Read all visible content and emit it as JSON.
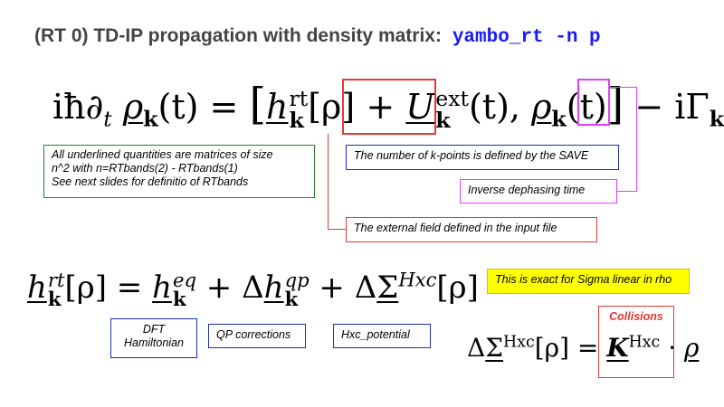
{
  "title": {
    "text": "(RT 0) TD-IP propagation with density matrix:",
    "command": "yambo_rt -n p"
  },
  "equation_main": {
    "lhs": "iħ∂",
    "lhs_sub": "t",
    "rho": "ρ",
    "k": "k",
    "t_arg": "(t)",
    "equals": "=",
    "bracket_open": "[",
    "h": "h",
    "h_sup": "rt",
    "rho_arg": "[ρ]",
    "plus": "+",
    "U": "U",
    "U_sup": "ext",
    "comma": ",",
    "bracket_close": "]",
    "minus": "− i",
    "Gamma": "Γ"
  },
  "equation_h": {
    "h": "h",
    "h_sup_rt": "rt",
    "k": "k",
    "rho_arg": "[ρ]",
    "equals": "=",
    "h_sup_eq": "eq",
    "plus": "+",
    "delta": "Δ",
    "h_sup_qp": "qp",
    "sigma": "Σ",
    "sigma_sup": "Hxc"
  },
  "equation_sigma": {
    "delta": "Δ",
    "sigma": "Σ",
    "sigma_sup": "Hxc",
    "rho_arg": "[ρ]",
    "equals": "=",
    "K": "K",
    "K_sup": "Hxc",
    "dot": "·",
    "rho": "ρ"
  },
  "notes": {
    "underlined_line1": "All underlined quantities are matrices of size",
    "underlined_line2": "n^2 with n=RTbands(2) - RTbands(1)",
    "underlined_line3": "See next slides for definitio of RTbands",
    "kpoints": "The number of k-points is defined by the SAVE",
    "dephasing": "Inverse dephasing time",
    "external_field": "The external field defined in the input file",
    "exact": "This is exact for Sigma linear in rho",
    "dft_line1": "DFT",
    "dft_line2": "Hamiltonian",
    "qp": "QP corrections",
    "hxc": "Hxc_potential",
    "collisions": "Collisions"
  },
  "colors": {
    "title": "#444444",
    "command": "#1a1aff",
    "green_box": "#2e7d32",
    "blue_box": "#1e2fb0",
    "pink_box": "#e040fb",
    "red_box": "#e53935",
    "yellow_box": "#ffff00"
  }
}
